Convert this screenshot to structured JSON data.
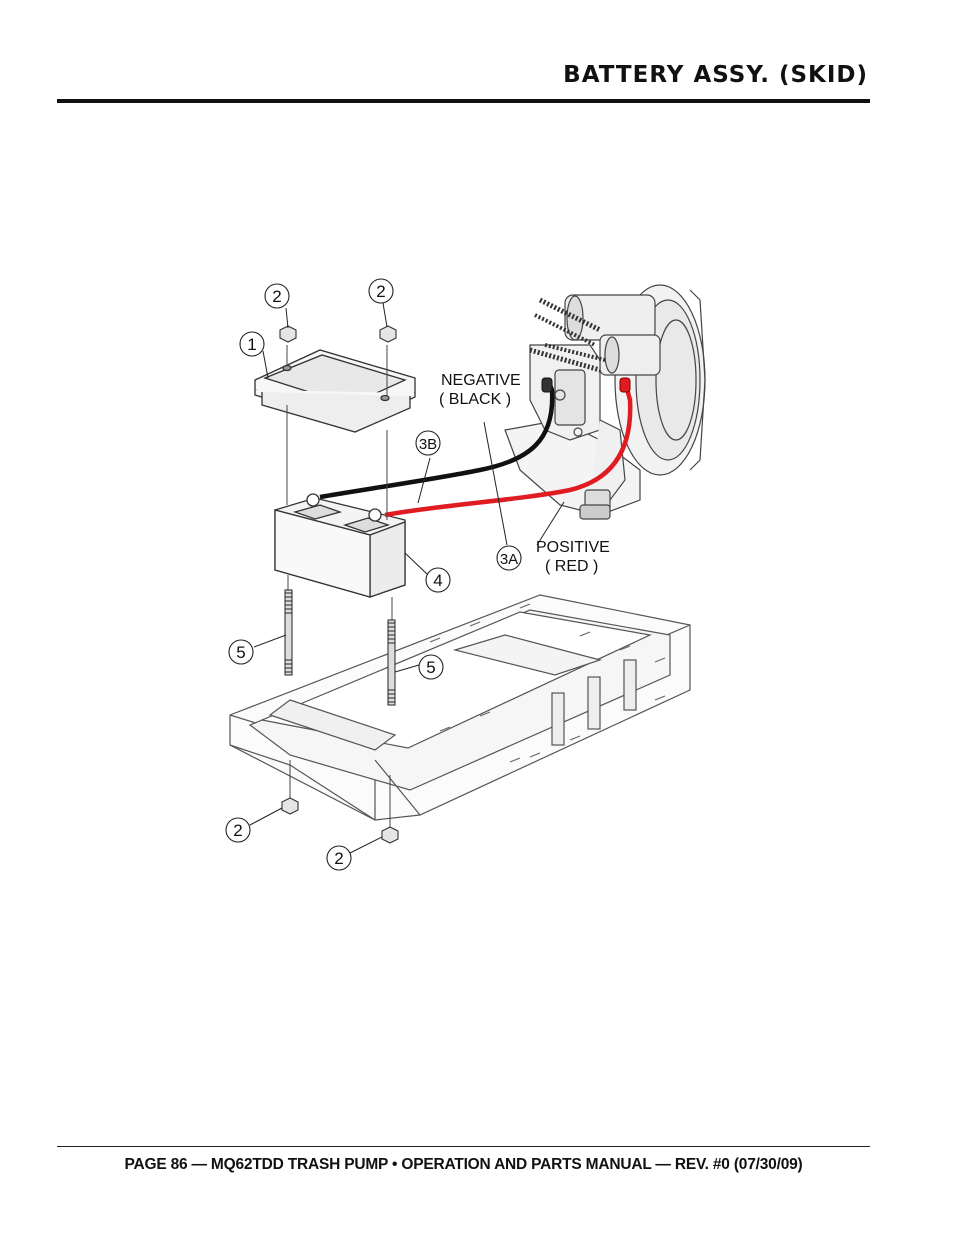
{
  "header": {
    "title": "BATTERY ASSY. (SKID)"
  },
  "diagram": {
    "callouts": {
      "c2a": "2",
      "c2b": "2",
      "c1": "1",
      "c3b": "3B",
      "c4": "4",
      "c3a": "3A",
      "c5a": "5",
      "c5b": "5",
      "c2c": "2",
      "c2d": "2"
    },
    "labels": {
      "negative_line1": "NEGATIVE",
      "negative_line2": "( BLACK )",
      "positive_line1": "POSITIVE",
      "positive_line2": "( RED )"
    },
    "colors": {
      "negative_cable": "#111111",
      "positive_cable": "#e11b22"
    }
  },
  "footer": {
    "text": "PAGE 86 — MQ62TDD TRASH PUMP • OPERATION AND PARTS MANUAL — REV. #0 (07/30/09)"
  }
}
